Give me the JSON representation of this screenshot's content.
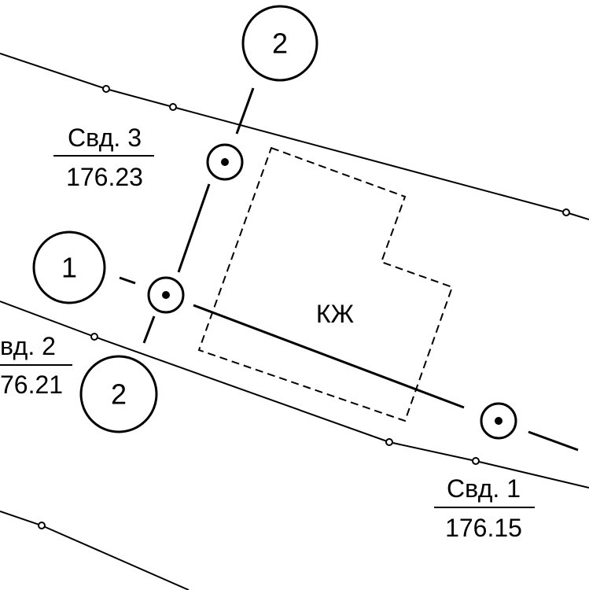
{
  "grid_axes": [
    {
      "label": "2"
    },
    {
      "label": "1"
    },
    {
      "label": "2"
    }
  ],
  "boreholes": [
    {
      "name": "Свд. 3",
      "elevation": "176.23"
    },
    {
      "name": "вд. 2",
      "elevation": "76.21"
    },
    {
      "name": "Свд. 1",
      "elevation": "176.15"
    }
  ],
  "building": {
    "label": "КЖ"
  },
  "colors": {
    "ink": "#000000",
    "background": "#ffffff"
  }
}
